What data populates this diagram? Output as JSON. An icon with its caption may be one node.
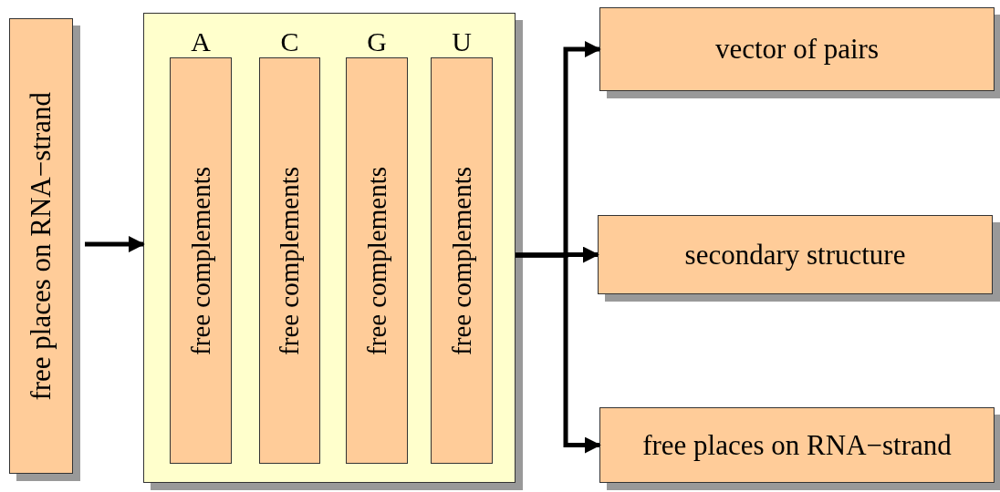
{
  "diagram": {
    "nodes": [
      {
        "text": [
          "free places on RNA−strand"
        ]
      },
      {
        "text": [],
        "shape": "box"
      },
      {
        "text": [
          "A",
          "free complements"
        ],
        "in": 1
      },
      {
        "text": [
          "C",
          "free complements"
        ],
        "in": 1
      },
      {
        "text": [
          "G",
          "free complements"
        ],
        "in": 1
      },
      {
        "text": [
          "U",
          "free complements"
        ],
        "in": 1
      },
      {
        "text": [
          "vector of pairs"
        ]
      },
      {
        "text": [
          "secondary structure"
        ]
      },
      {
        "text": [
          "free places on RNA−strand"
        ]
      }
    ],
    "edges": [
      {
        "from": 0,
        "to": 1,
        "arrow": "to"
      },
      {
        "from": 1,
        "to": 6,
        "arrow": "to"
      },
      {
        "from": 1,
        "to": 7,
        "arrow": "to"
      },
      {
        "from": 1,
        "to": 8,
        "arrow": "to"
      }
    ]
  }
}
